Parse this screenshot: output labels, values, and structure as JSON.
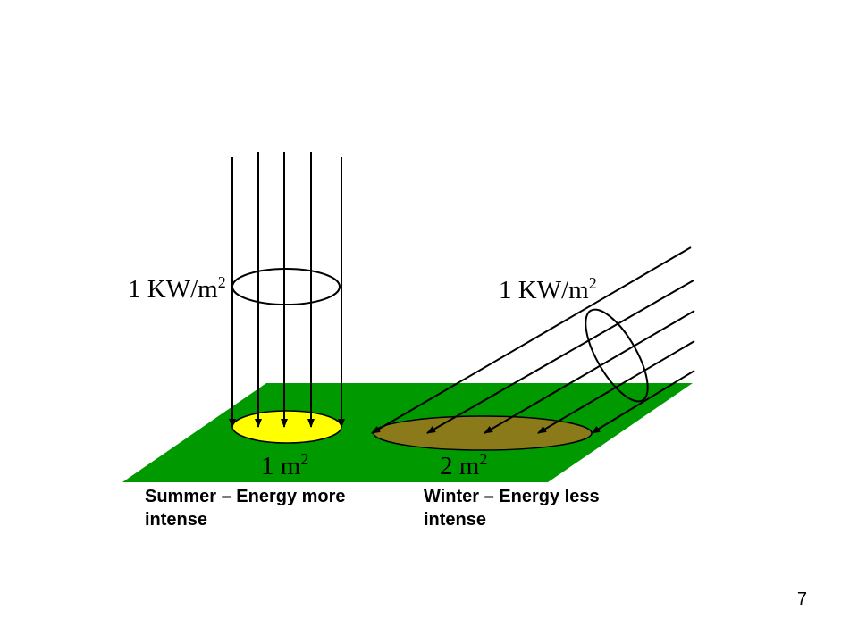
{
  "summer": {
    "intensity_value": "1 KW/m",
    "intensity_sup": "2",
    "area_value": "1 m",
    "area_sup": "2",
    "caption": "Summer – Energy more intense"
  },
  "winter": {
    "intensity_value": "1 KW/m",
    "intensity_sup": "2",
    "area_value": "2 m",
    "area_sup": "2",
    "caption": "Winter – Energy less intense"
  },
  "colors": {
    "ground": "#009900",
    "summer_spot": "#ffff00",
    "winter_spot": "#8b7a1a",
    "rays": "#000000"
  },
  "page_number": "7"
}
